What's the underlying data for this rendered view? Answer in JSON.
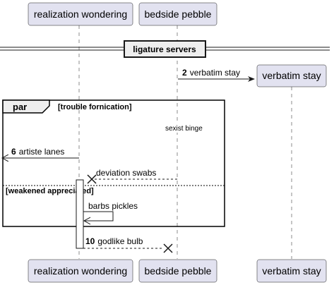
{
  "participants": {
    "realization": "realization wondering",
    "bedside": "bedside pebble",
    "verbatim": "verbatim stay"
  },
  "separator": {
    "label": "ligature servers"
  },
  "messages": {
    "m2": {
      "num": "2",
      "text": "verbatim stay"
    },
    "m6": {
      "num": "6",
      "text": "artiste lanes"
    },
    "deviation": {
      "text": "deviation swabs"
    },
    "barbs": {
      "text": "barbs pickles"
    },
    "m10": {
      "num": "10",
      "text": "godlike bulb"
    }
  },
  "notes": {
    "sexist": "sexist binge"
  },
  "par_frame": {
    "keyword": "par",
    "guard1": "[trouble fornication]",
    "guard2": "[weakened appreciated]"
  }
}
